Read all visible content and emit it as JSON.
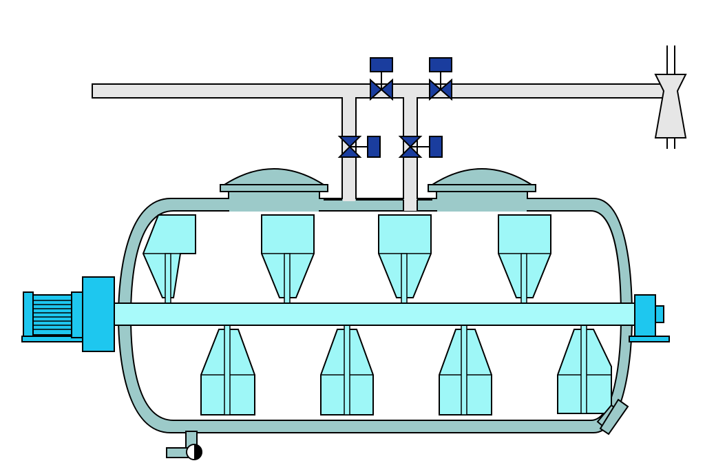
{
  "diagram": {
    "colors": {
      "background": "#ffffff",
      "pipe": "#e6e6e6",
      "vessel": "#9ccac9",
      "interior": "#ffffff",
      "paddle": "#9ef7f7",
      "shaft": "#a8fafa",
      "motor": "#1ec7ef",
      "valve": "#1a3d9e",
      "outline": "#000000"
    },
    "icons": {
      "valve": "gate-valve-icon",
      "actuator": "actuator-icon",
      "motor": "electric-motor-icon",
      "ejector": "ejector-icon",
      "drain": "ball-valve-icon"
    },
    "counts": {
      "upper_paddles": 4,
      "lower_paddles": 4,
      "domes": 2,
      "line_valves": 2,
      "branch_valves": 2
    }
  }
}
